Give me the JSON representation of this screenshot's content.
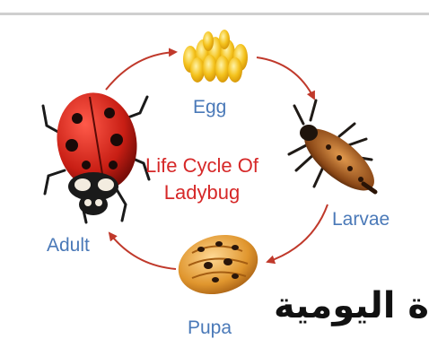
{
  "stages": {
    "egg": "Egg",
    "larvae": "Larvae",
    "pupa": "Pupa",
    "adult": "Adult"
  },
  "title": {
    "line1": "Life Cycle Of",
    "line2": "Ladybug"
  },
  "footer_text": "ة اليومية",
  "colors": {
    "stage_label": "#4a79b8",
    "title": "#d62828",
    "arrow": "#c0392b"
  },
  "icons": [
    "eggs-cluster-icon",
    "larva-icon",
    "pupa-icon",
    "ladybug-icon"
  ]
}
